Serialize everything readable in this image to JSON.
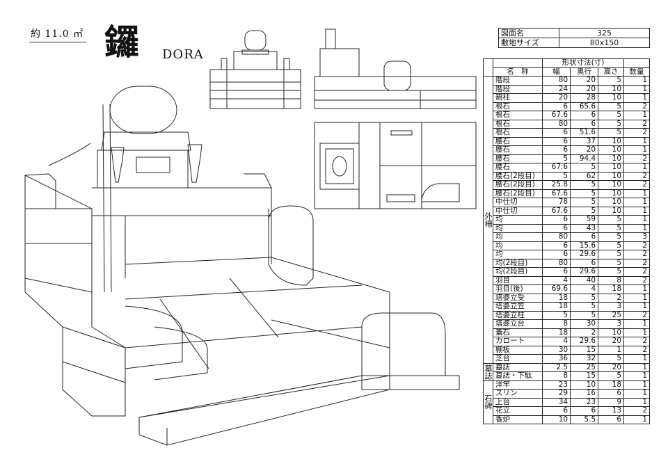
{
  "area_label": "約 11.0 ㎡",
  "name_kanji": "鑼",
  "name_roman": "DORA",
  "header": {
    "rows": [
      {
        "key": "図面名",
        "value": "325"
      },
      {
        "key": "敷地サイズ",
        "value": "80x150"
      }
    ]
  },
  "spec": {
    "header_group": "形状寸法(寸)",
    "col_name": "名　称",
    "col_w": "幅",
    "col_d": "奥行",
    "col_h": "高さ",
    "col_q": "数量",
    "groups": [
      {
        "label": "外柵",
        "rows": [
          [
            "階段",
            "80",
            "20",
            "5",
            "1"
          ],
          [
            "階段",
            "24",
            "20",
            "10",
            "1"
          ],
          [
            "親柱",
            "20",
            "28",
            "10",
            "1"
          ],
          [
            "根石",
            "6",
            "65.6",
            "5",
            "2"
          ],
          [
            "根石",
            "67.6",
            "6",
            "5",
            "1"
          ],
          [
            "根石",
            "80",
            "6",
            "5",
            "2"
          ],
          [
            "根石",
            "6",
            "51.6",
            "5",
            "2"
          ],
          [
            "腰石",
            "6",
            "37",
            "10",
            "1"
          ],
          [
            "腰石",
            "6",
            "20",
            "10",
            "1"
          ],
          [
            "腰石",
            "5",
            "94.4",
            "10",
            "2"
          ],
          [
            "腰石",
            "67.6",
            "5",
            "10",
            "1"
          ],
          [
            "腰石(2段目)",
            "5",
            "62",
            "10",
            "2"
          ],
          [
            "腰石(2段目)",
            "25.8",
            "5",
            "10",
            "2"
          ],
          [
            "腰石(2段目)",
            "67.6",
            "5",
            "10",
            "1"
          ],
          [
            "中仕切",
            "78",
            "5",
            "10",
            "1"
          ],
          [
            "中仕切",
            "67.6",
            "5",
            "10",
            "1"
          ],
          [
            "均",
            "6",
            "59",
            "5",
            "1"
          ],
          [
            "均",
            "6",
            "43",
            "5",
            "1"
          ],
          [
            "均",
            "80",
            "6",
            "5",
            "3"
          ],
          [
            "均",
            "6",
            "15.6",
            "5",
            "2"
          ],
          [
            "均",
            "6",
            "29.6",
            "5",
            "2"
          ],
          [
            "均(2段目)",
            "80",
            "6",
            "5",
            "2"
          ],
          [
            "均(2段目)",
            "6",
            "29.6",
            "5",
            "2"
          ],
          [
            "羽目",
            "4",
            "40",
            "8",
            "2"
          ],
          [
            "羽目(後)",
            "69.6",
            "4",
            "18",
            "1"
          ],
          [
            "塔婆立受",
            "18",
            "5",
            "2",
            "1"
          ],
          [
            "塔婆立笠",
            "18",
            "5",
            "3",
            "1"
          ],
          [
            "塔婆立柱",
            "5",
            "5",
            "25",
            "2"
          ],
          [
            "塔婆立台",
            "8",
            "30",
            "3",
            "1"
          ],
          [
            "蓋石",
            "18",
            "2",
            "10",
            "1"
          ],
          [
            "カロート",
            "4",
            "29.6",
            "20",
            "2"
          ],
          [
            "棚板",
            "30",
            "15",
            "1",
            "2"
          ],
          [
            "芝台",
            "36",
            "32",
            "5",
            "1"
          ]
        ]
      },
      {
        "label": "墓誌",
        "rows": [
          [
            "墓誌",
            "2.5",
            "25",
            "20",
            "1"
          ],
          [
            "墓誌・下駄",
            "8",
            "15",
            "5",
            "1"
          ]
        ]
      },
      {
        "label": "石碑",
        "rows": [
          [
            "洋竿",
            "23",
            "10",
            "18",
            "1"
          ],
          [
            "スリン",
            "29",
            "16",
            "6",
            "1"
          ],
          [
            "上台",
            "34",
            "23",
            "9",
            "1"
          ],
          [
            "花立",
            "6",
            "6",
            "13",
            "2"
          ],
          [
            "香炉",
            "10",
            "5.5",
            "6",
            "1"
          ]
        ]
      }
    ]
  }
}
